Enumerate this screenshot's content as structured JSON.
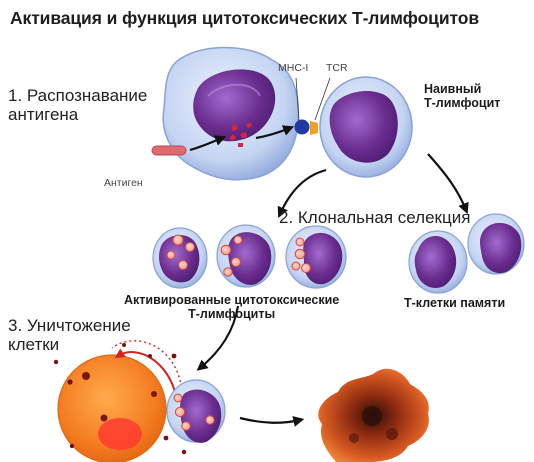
{
  "title": "Активация и функция цитотоксических Т-лимфоцитов",
  "steps": {
    "recognition": "1. Распознавание\nантигена",
    "selection": "2. Клональная селекция",
    "destruction": "3. Уничтожение\nклетки"
  },
  "labels": {
    "mhc": "MHC-I",
    "tcr": "TCR",
    "antigen": "Антиген",
    "naive": "Наивный\nТ-лимфоцит",
    "activated": "Активированные цитотоксические\nТ-лимфоциты",
    "memory": "Т-клетки памяти"
  },
  "colors": {
    "cell_membrane": "#b7c8ec",
    "nucleus": "#6a2d8f",
    "granule": "#e1443b",
    "target_cell": "#f47b20",
    "dead_cell": "#c44d1e",
    "arrow": "#111111",
    "kill_arrow": "#d22222"
  }
}
